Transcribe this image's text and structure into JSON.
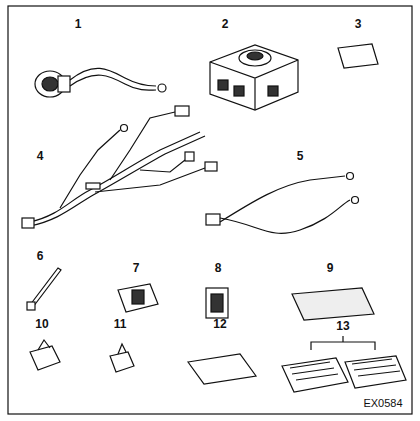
{
  "diagram": {
    "labels": [
      "1",
      "2",
      "3",
      "4",
      "5",
      "6",
      "7",
      "8",
      "9",
      "10",
      "11",
      "12",
      "13",
      "EX0584"
    ]
  }
}
